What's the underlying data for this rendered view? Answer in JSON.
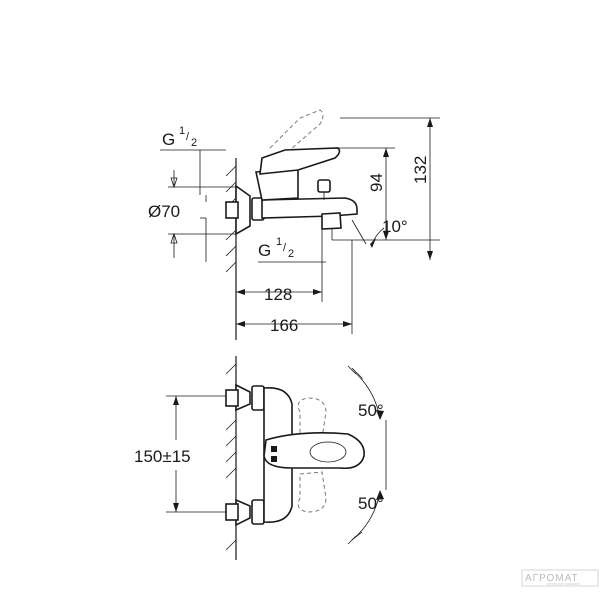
{
  "side_view": {
    "thread_top": {
      "base": "G",
      "numerator": "1",
      "slash": "/",
      "denominator": "2"
    },
    "diameter": "Ø70",
    "thread_bottom": {
      "base": "G",
      "numerator": "1",
      "slash": "/",
      "denominator": "2"
    },
    "height_total": "132",
    "height_outlet": "94",
    "angle": "10°",
    "depth_outlet": "128",
    "depth_total": "166"
  },
  "front_view": {
    "spacing": "150±15",
    "angle_top": "50°",
    "angle_bottom": "50°"
  },
  "watermark": {
    "brand": "АГРОМАТ",
    "tagline": "интернет-магазин"
  }
}
